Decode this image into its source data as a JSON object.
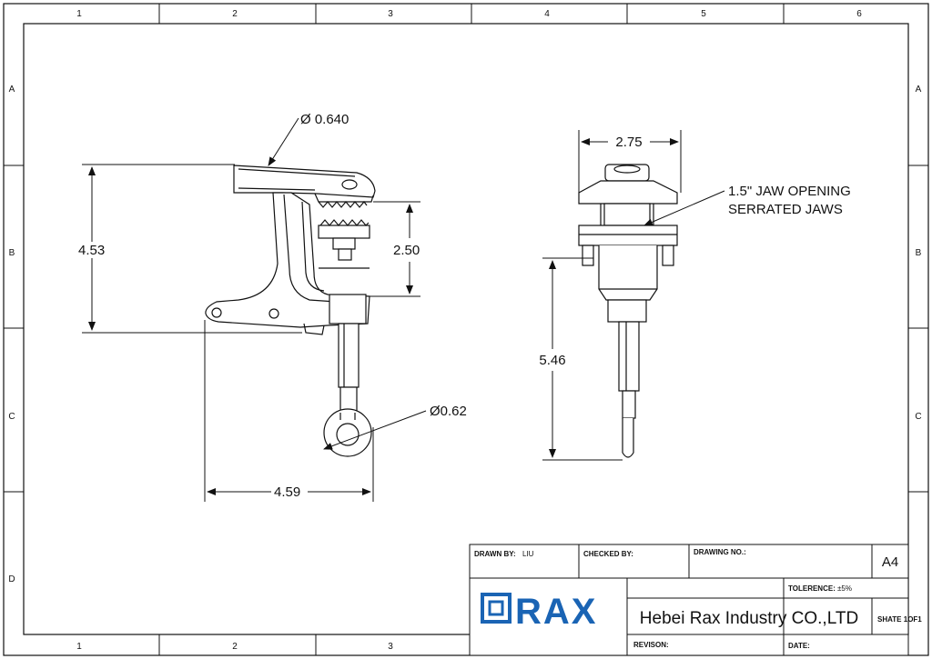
{
  "zones": {
    "columns_top": [
      "1",
      "2",
      "3",
      "4",
      "5",
      "6"
    ],
    "columns_bottom": [
      "1",
      "2",
      "3"
    ],
    "rows": [
      "A",
      "B",
      "C",
      "D"
    ]
  },
  "dimensions": {
    "clamp_tube_diameter": "Ø 0.640",
    "overall_height": "4.53",
    "jaw_height": "2.50",
    "eye_diameter": "Ø0.62",
    "overall_depth": "4.59",
    "jaw_width": "2.75",
    "screw_length": "5.46"
  },
  "note": {
    "line1": "1.5\" JAW OPENING",
    "line2": "SERRATED JAWS"
  },
  "title_block": {
    "drawn_by_label": "DRAWN BY:",
    "drawn_by_value": "LIU",
    "checked_by_label": "CHECKED BY:",
    "drawing_no_label": "DRAWING NO.:",
    "sheet_size": "A4",
    "tolerance_label": "TOLERENCE:",
    "tolerance_value": "±5%",
    "logo_text": "RAX",
    "company_name": "Hebei Rax Industry CO.,LTD",
    "sheet_label": "SHATE 1OF1",
    "revision_label": "REVISON:",
    "date_label": "DATE:"
  },
  "colors": {
    "line": "#111111",
    "logo_blue": "#1a64b4"
  }
}
